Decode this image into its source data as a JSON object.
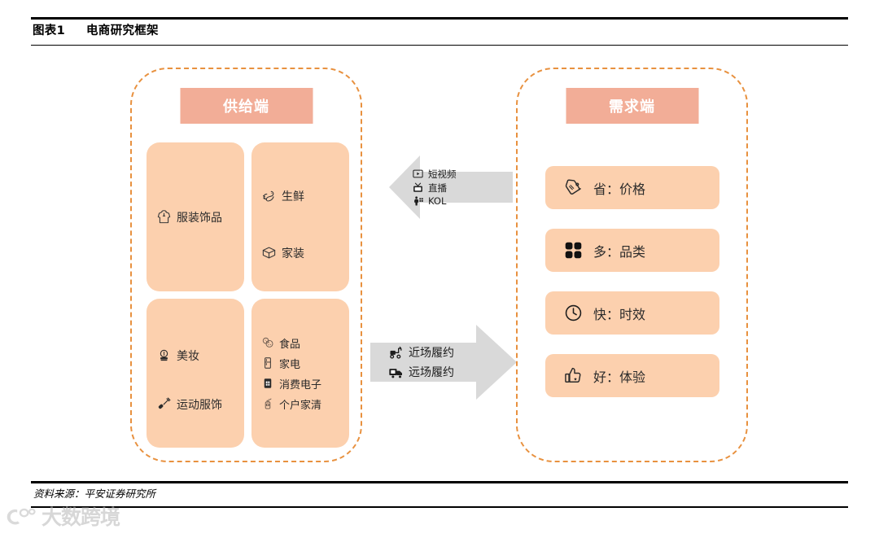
{
  "header": {
    "figure_label": "图表1",
    "title": "电商研究框架"
  },
  "footer": {
    "source": "资料来源：平安证券研究所",
    "watermark_text": "大数跨境",
    "watermark_icon": "swirl-logo-icon"
  },
  "colors": {
    "panel_border": "#E8913F",
    "header_banner": "#F2AD97",
    "card_fill": "#FCD0AE",
    "arrow_fill": "#D9D9D9",
    "text": "#2b2b2b"
  },
  "supply": {
    "header": "供给端",
    "quadrants": [
      {
        "id": "apparel",
        "items": [
          {
            "label": "服装饰品",
            "icon": "hoodie-icon"
          }
        ]
      },
      {
        "id": "fresh-home",
        "items": [
          {
            "label": "生鲜",
            "icon": "shrimp-icon"
          },
          {
            "label": "家装",
            "icon": "box-icon"
          }
        ]
      },
      {
        "id": "beauty-sports",
        "items": [
          {
            "label": "美妆",
            "icon": "compact-mirror-icon"
          },
          {
            "label": "运动服饰",
            "icon": "dumbbell-icon"
          }
        ]
      },
      {
        "id": "food-appliance",
        "items": [
          {
            "label": "食品",
            "icon": "cookie-icon"
          },
          {
            "label": "家电",
            "icon": "refrigerator-icon"
          },
          {
            "label": "消费电子",
            "icon": "smartphone-icon"
          },
          {
            "label": "个户家清",
            "icon": "spray-bottle-icon"
          }
        ]
      }
    ]
  },
  "demand": {
    "header": "需求端",
    "items": [
      {
        "label": "省：价格",
        "icon": "sale-tag-icon"
      },
      {
        "label": "多：品类",
        "icon": "four-squares-icon"
      },
      {
        "label": "快：时效",
        "icon": "clock-icon"
      },
      {
        "label": "好：体验",
        "icon": "thumbs-up-icon"
      }
    ]
  },
  "arrows": {
    "left": {
      "direction": "left",
      "items": [
        {
          "label": "短视频",
          "icon": "video-play-icon"
        },
        {
          "label": "直播",
          "icon": "live-broadcast-icon"
        },
        {
          "label": "KOL",
          "icon": "influencer-person-icon"
        }
      ]
    },
    "right": {
      "direction": "right",
      "items": [
        {
          "label": "近场履约",
          "icon": "scooter-icon"
        },
        {
          "label": "远场履约",
          "icon": "truck-icon"
        }
      ]
    }
  }
}
